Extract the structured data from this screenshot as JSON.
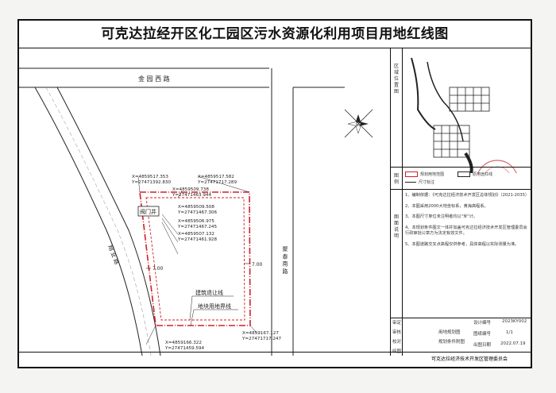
{
  "title": "可克达拉经开区化工园区污水资源化利用项目用地红线图",
  "roads": {
    "north": "金 园 西 路",
    "east": "聚 泰 南 路",
    "west": "翔 业 路"
  },
  "labels": {
    "valve": "阀门井",
    "building_line": "建筑退让线",
    "boundary": "地块用地界线",
    "setback_east": "7.00",
    "setback_west": "7.00"
  },
  "coords": [
    "X=4859517.353",
    "Y=27471392.830",
    "X=4859517.582",
    "Y=27471717.289",
    "X=4859509.738",
    "Y=27471463.944",
    "X=4859509.508",
    "Y=27471467.306",
    "X=4859506.975",
    "Y=27471467.245",
    "X=4859507.132",
    "Y=27471461.928",
    "X=4859166.322",
    "Y=27471459.594",
    "X=4859167.127",
    "Y=27471717.247"
  ],
  "side_panel": {
    "location_label": "区域位置图",
    "legend_label": "图例",
    "notes_label": "图面说明",
    "legend": [
      "规划用地范围",
      "原用途红线",
      "尺寸标注"
    ],
    "notes": [
      "1、编制依据：《可克达拉经济技术开发区总体规划》（2021-2035）",
      "2、本图采用2000大地坐标系，黄海高程系。",
      "3、本图尺寸单位未注明者均以\"米\"计。",
      "4、本规划条件图文一体并加盖可克达拉经济技术开发区管理委员会行政审批公章方为法定有效文件。",
      "5、本图道路交叉点高程仅供参考，具体高程以实际测量为准。"
    ]
  },
  "title_block": {
    "row_labels": [
      "审定",
      "审核",
      "校对",
      "绘图"
    ],
    "project_label": "用地规划图",
    "drawing_label": "规划条件附图",
    "design_no_label": "设计编号",
    "design_no": "2023KY002",
    "sheet_no_label": "图纸编号",
    "sheet_no": "1/1",
    "date_label": "出图日期",
    "date": "2022.07.19",
    "agency": "可克达拉经济技术开发区管理委员会"
  },
  "colors": {
    "boundary": "#d0202a",
    "linework": "#222222",
    "stamp": "#d76a6a"
  }
}
